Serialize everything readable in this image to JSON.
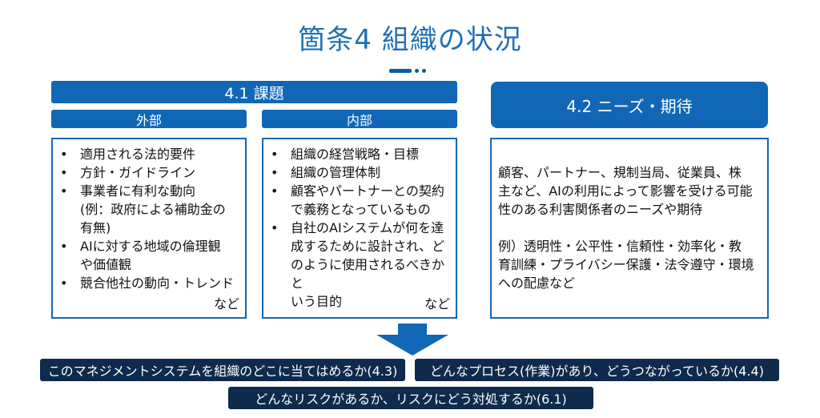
{
  "title": "箇条4 組織の状況",
  "issues": {
    "header": "4.1 課題",
    "external": {
      "label": "外部",
      "items": [
        "適用される法的要件",
        "方針・ガイドライン",
        "事業者に有利な動向",
        "(例：政府による補助金の",
        "有無)",
        "AIに対する地域の倫理観",
        "や価値観",
        "競合他社の動向・トレンド"
      ],
      "tail": "など"
    },
    "internal": {
      "label": "内部",
      "items": [
        "組織の経営戦略・目標",
        "組織の管理体制",
        "顧客やパートナーとの契約",
        "で義務となっているもの",
        "自社のAIシステムが何を達",
        "成するために設計され、ど",
        "のように使用されるべきかと",
        "いう目的"
      ],
      "tail": "など"
    }
  },
  "needs": {
    "header": "4.2 ニーズ・期待",
    "line1": "顧客、パートナー、規制当局、従業員、株",
    "line2": "主など、AIの利用によって影響を受ける可能",
    "line3": "性のある利害関係者のニーズや期待",
    "line4": "例）透明性・公平性・信頼性・効率化・教",
    "line5": "育訓練・プライバシー保護・法令遵守・環境",
    "line6": "への配慮など"
  },
  "outcomes": {
    "scope": "このマネジメントシステムを組織のどこに当てはめるか(4.3)",
    "process": "どんなプロセス(作業)があり、どうつながっているか(4.4)",
    "risk": "どんなリスクがあるか、リスクにどう対処するか(6.1)"
  },
  "bullet": "•",
  "colors": {
    "primary": "#1167b6",
    "title": "#1f6fb5",
    "dark": "#0e2a4d"
  }
}
